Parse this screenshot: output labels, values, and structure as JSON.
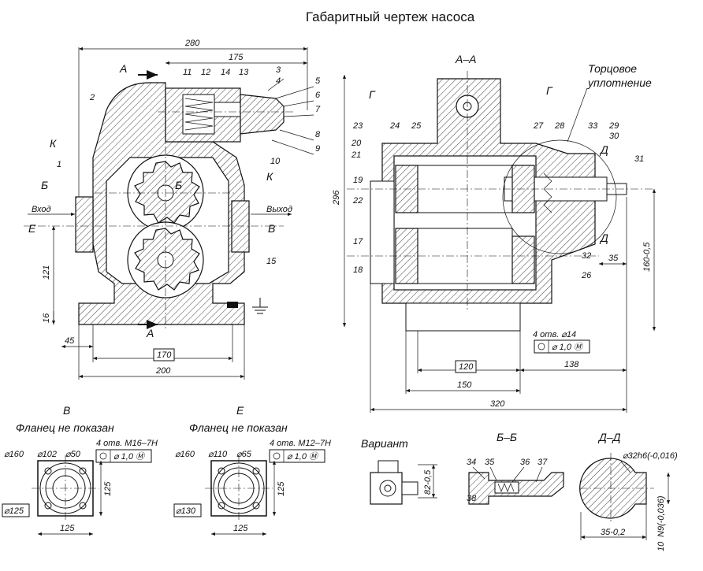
{
  "title": "Габаритный чертеж насоса",
  "section_labels": {
    "aa": "А–А",
    "v": "В",
    "e": "Е",
    "bb": "Б–Б",
    "dd": "Д–Д",
    "variant": "Вариант",
    "a_top": "А",
    "a_bottom": "А",
    "b_left": "Б",
    "b_inner": "Б",
    "v_right": "В",
    "e_left": "Е",
    "k_top": "К",
    "k_right": "К",
    "g_left": "Г",
    "g_right": "Г",
    "d_top": "Д",
    "d_bottom": "Д"
  },
  "notes": {
    "face_seal_1": "Торцовое",
    "face_seal_2": "уплотнение",
    "flange_hidden_v": "Фланец не показан",
    "flange_hidden_e": "Фланец не показан",
    "inlet": "Вход",
    "outlet": "Выход"
  },
  "dimensions": {
    "d280": "280",
    "d175": "175",
    "d296": "296",
    "d121": "121",
    "d16": "16",
    "d45": "45",
    "d170": "170",
    "d200": "200",
    "d120": "120",
    "d138": "138",
    "d150": "150",
    "d320": "320",
    "d160": "160-0,5",
    "d35": "35",
    "holes14": "4 отв. ⌀14",
    "tol14": "⌀ 1,0 Ⓜ",
    "v_d160": "⌀160",
    "v_d102": "⌀102",
    "v_d50": "⌀50",
    "v_holes": "4 отв. М16–7Н",
    "v_tol": "⌀ 1,0 Ⓜ",
    "v_d125": "⌀125",
    "v_w125": "125",
    "v_h125": "125",
    "e_d160": "⌀160",
    "e_d110": "⌀110",
    "e_d65": "⌀65",
    "e_holes": "4 отв. М12–7Н",
    "e_tol": "⌀ 1,0 Ⓜ",
    "e_d130": "⌀130",
    "e_w125": "125",
    "e_h125": "125",
    "var82": "82-0,5",
    "dd_d32": "⌀32h6(-0,016)",
    "dd_35": "35-0,2",
    "dd_n9": "N9(-0,036)",
    "dd_10": "10"
  },
  "callouts": [
    "1",
    "2",
    "3",
    "4",
    "5",
    "6",
    "7",
    "8",
    "9",
    "10",
    "11",
    "12",
    "13",
    "14",
    "15",
    "17",
    "18",
    "19",
    "20",
    "21",
    "22",
    "23",
    "24",
    "25",
    "26",
    "27",
    "28",
    "29",
    "30",
    "31",
    "32",
    "33",
    "34",
    "35",
    "36",
    "37",
    "38"
  ]
}
